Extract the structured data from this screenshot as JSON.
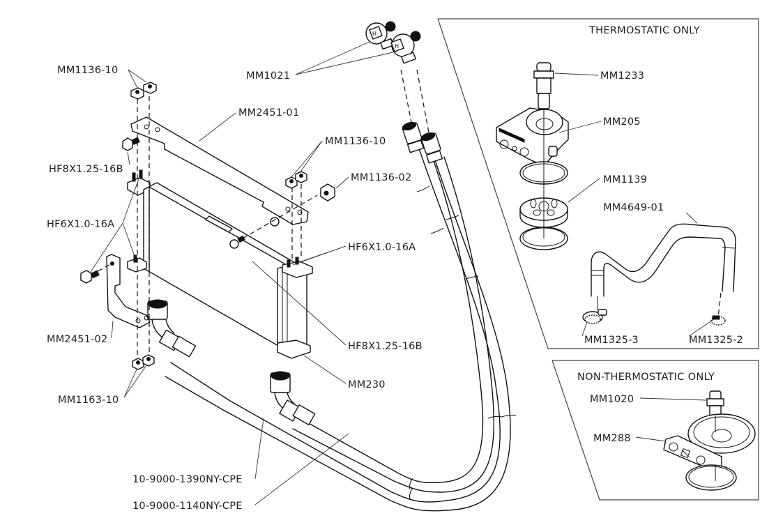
{
  "diagram": {
    "type": "exploded-parts-diagram",
    "subject": "oil cooler kit",
    "panels": {
      "thermostatic": {
        "title": "THERMOSTATIC ONLY"
      },
      "non_thermostatic": {
        "title": "NON-THERMOSTATIC ONLY"
      }
    },
    "labels": {
      "mm1136_10_top": "MM1136-10",
      "mm1021": "MM1021",
      "mm2451_01": "MM2451-01",
      "hf8x125_16b_top": "HF8X1.25-16B",
      "mm1136_10_right": "MM1136-10",
      "mm1136_02": "MM1136-02",
      "hf6x10_16a_left": "HF6X1.0-16A",
      "hf6x10_16a_right": "HF6X1.0-16A",
      "mm2451_02": "MM2451-02",
      "hf8x125_16b_bottom": "HF8X1.25-16B",
      "mm230": "MM230",
      "mm1163_10": "MM1163-10",
      "hose_1390": "10-9000-1390NY-CPE",
      "hose_1140": "10-9000-1140NY-CPE",
      "mm1233": "MM1233",
      "mm205": "MM205",
      "mm1139": "MM1139",
      "mm4649_01": "MM4649-01",
      "mm1325_3": "MM1325-3",
      "mm1325_2": "MM1325-2",
      "mm1020": "MM1020",
      "mm288": "MM288"
    }
  }
}
